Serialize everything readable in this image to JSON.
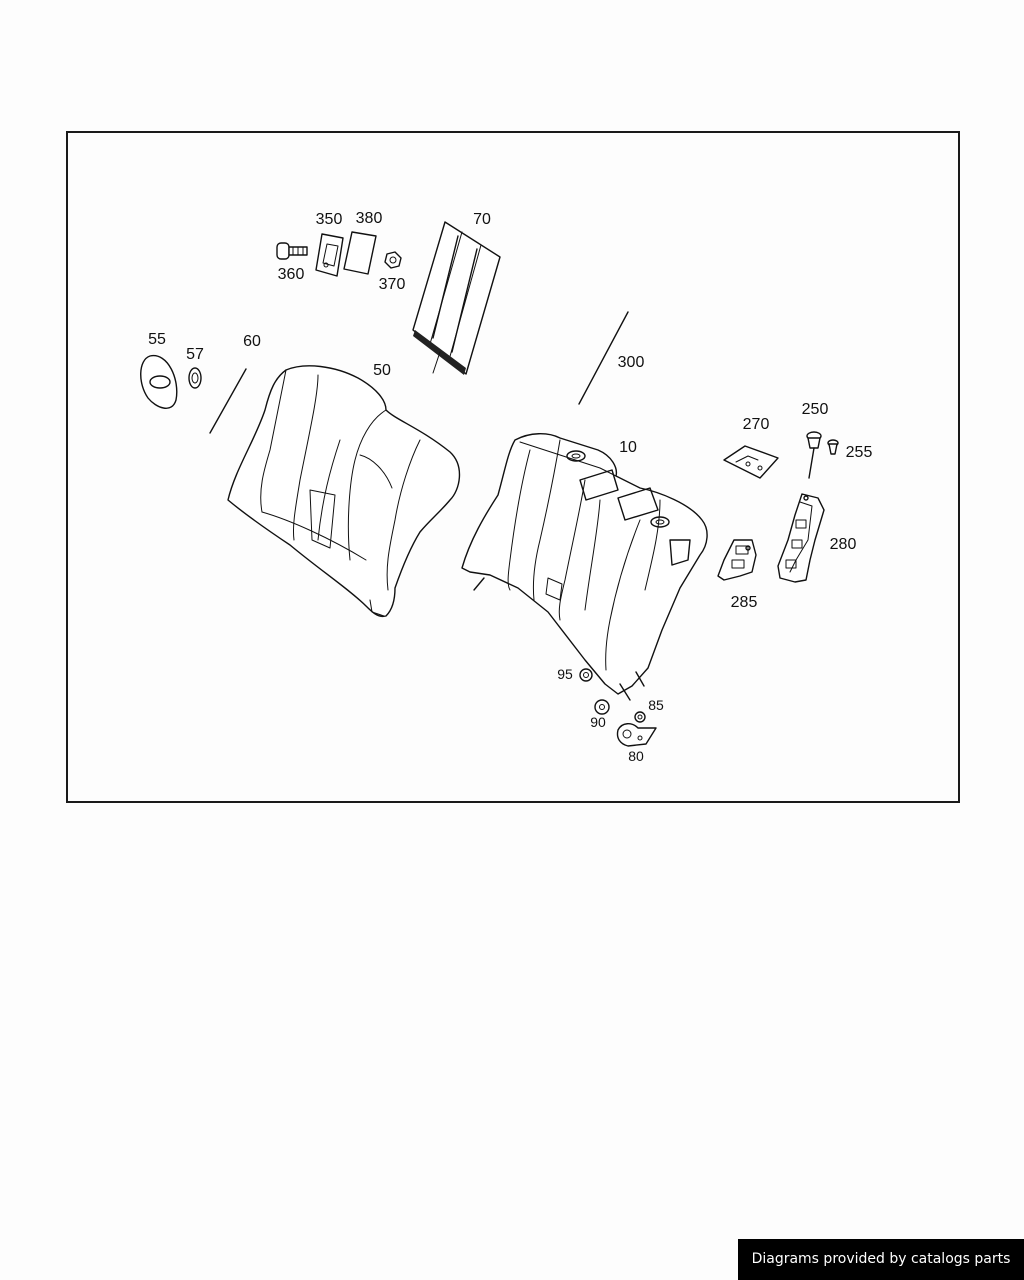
{
  "callouts": {
    "c350": "350",
    "c380": "380",
    "c70": "70",
    "c360": "360",
    "c370": "370",
    "c55": "55",
    "c57": "57",
    "c60": "60",
    "c50": "50",
    "c300": "300",
    "c10": "10",
    "c270": "270",
    "c250": "250",
    "c255": "255",
    "c280": "280",
    "c285": "285",
    "c95": "95",
    "c90": "90",
    "c85": "85",
    "c80": "80"
  },
  "footer": {
    "text": "Diagrams provided by catalogs parts"
  }
}
